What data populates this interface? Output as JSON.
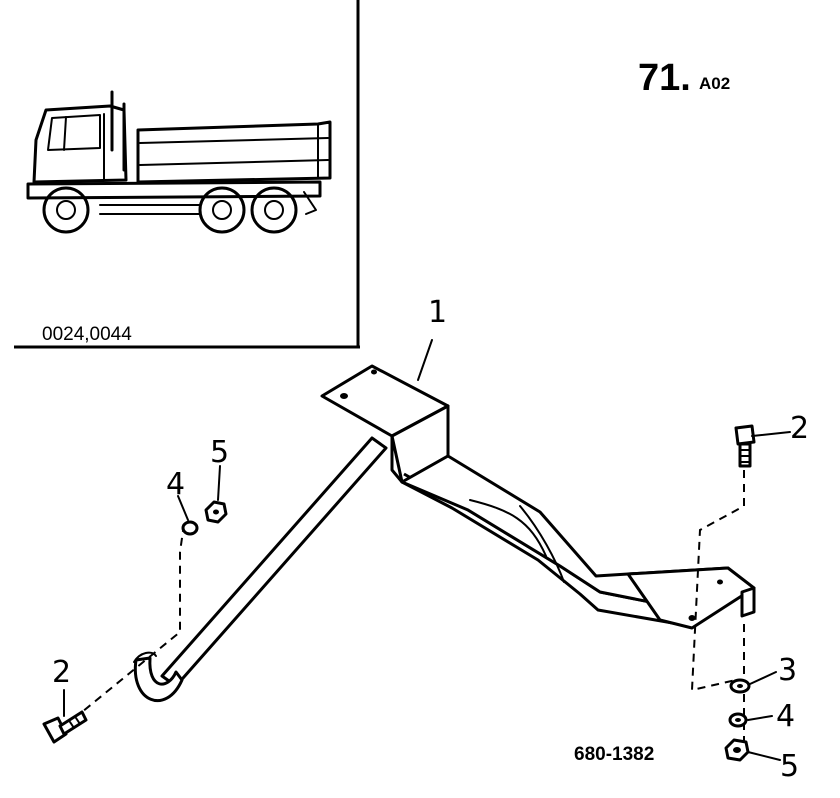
{
  "page_number": {
    "main": "71.",
    "suffix": "A02"
  },
  "inset": {
    "model_codes": "0024,0044"
  },
  "drawing_number": "680-1382",
  "callouts": {
    "bracket": "1",
    "bolt_top": "2",
    "bolt_left": "2",
    "washer_right": "3",
    "lock_washer_left": "4",
    "lock_washer_right": "4",
    "nut_left": "5",
    "nut_right": "5"
  }
}
